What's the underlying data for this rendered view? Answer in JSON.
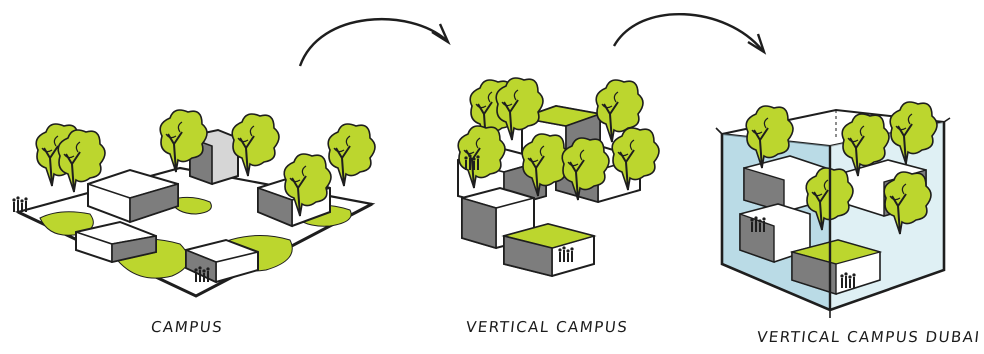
{
  "captions": {
    "campus": "CAMPUS",
    "vertical_campus": "VERTICAL CAMPUS",
    "vertical_campus_dubai": "VERTICAL CAMPUS DUBAI"
  },
  "colors": {
    "ink": "#1e1e1e",
    "foliage": "#bcd62e",
    "foliage_dark": "#8aa61c",
    "concrete": "#7d7d7d",
    "concrete_light": "#d6d6d6",
    "glass": "#cfe6ee",
    "glass_edge": "#6aa7bd"
  }
}
